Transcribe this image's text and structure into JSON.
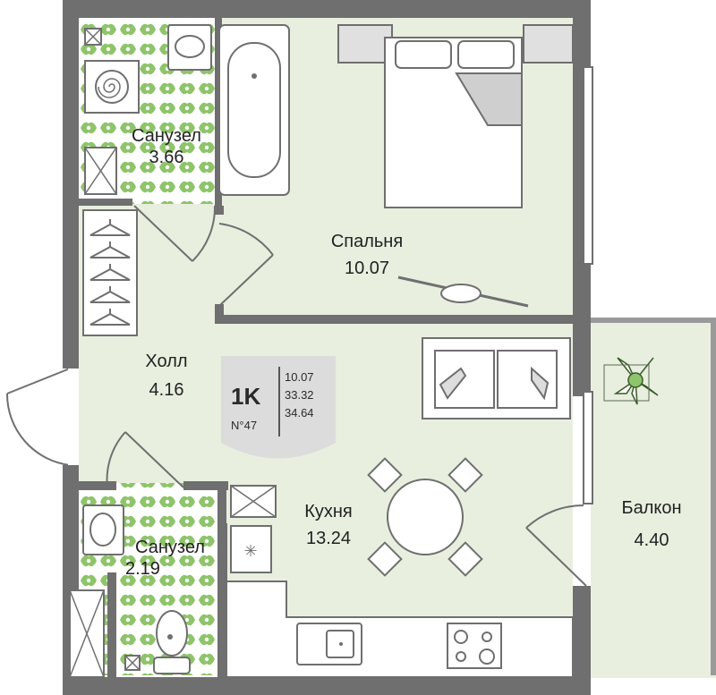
{
  "rooms": {
    "bathroom_1": {
      "name": "Санузел",
      "area": "3.66"
    },
    "bedroom": {
      "name": "Спальня",
      "area": "10.07"
    },
    "hall": {
      "name": "Холл",
      "area": "4.16"
    },
    "kitchen": {
      "name": "Кухня",
      "area": "13.24"
    },
    "bathroom_2": {
      "name": "Санузел",
      "area": "2.19"
    },
    "balcony": {
      "name": "Балкон",
      "area": "4.40"
    }
  },
  "badge": {
    "type": "1K",
    "number": "N°47",
    "living_area": "10.07",
    "total_area": "33.32",
    "area_with_balcony": "34.64"
  },
  "colors": {
    "wall": "#6f6f6f",
    "floor": "#e8efdf",
    "tile_green": "#8ec46a",
    "furniture_fill": "#ffffff",
    "furniture_stroke": "#6f6f6f",
    "badge_fill": "#dcdcdc"
  },
  "icons": [
    "plant-icon",
    "washing-machine-icon",
    "stove-icon",
    "sink-icon",
    "toilet-icon",
    "bathtub-icon",
    "hanger-icon",
    "bed-icon",
    "sofa-icon",
    "dining-table-icon"
  ]
}
